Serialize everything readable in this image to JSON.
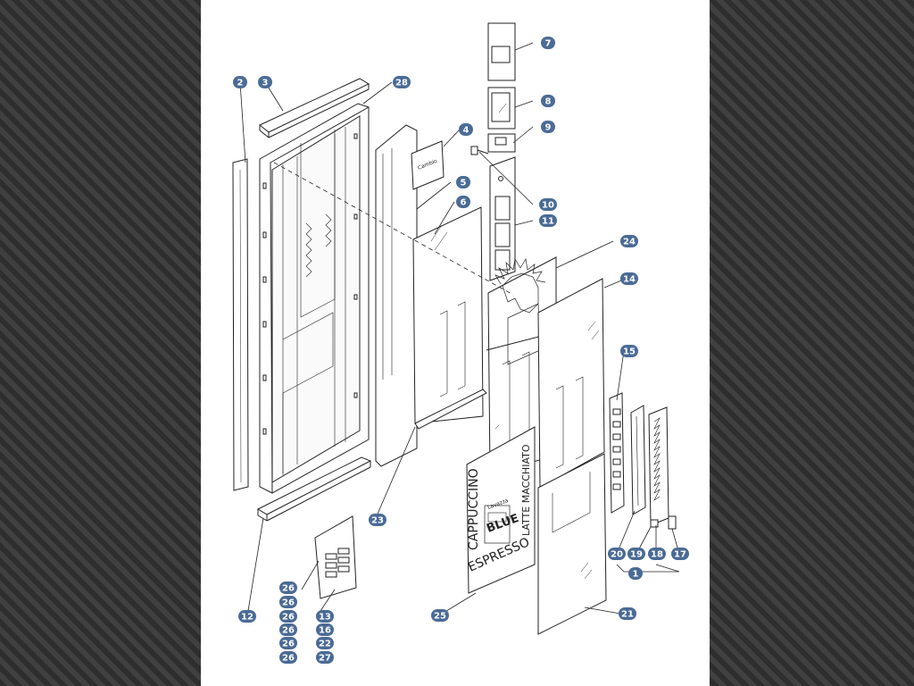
{
  "callouts": [
    {
      "id": "c-1",
      "label": "1"
    },
    {
      "id": "c-2",
      "label": "2"
    },
    {
      "id": "c-3",
      "label": "3"
    },
    {
      "id": "c-4",
      "label": "4"
    },
    {
      "id": "c-5",
      "label": "5"
    },
    {
      "id": "c-6",
      "label": "6"
    },
    {
      "id": "c-7",
      "label": "7"
    },
    {
      "id": "c-8",
      "label": "8"
    },
    {
      "id": "c-9",
      "label": "9"
    },
    {
      "id": "c-10",
      "label": "10"
    },
    {
      "id": "c-11",
      "label": "11"
    },
    {
      "id": "c-12",
      "label": "12"
    },
    {
      "id": "c-13",
      "label": "13"
    },
    {
      "id": "c-14",
      "label": "14"
    },
    {
      "id": "c-15",
      "label": "15"
    },
    {
      "id": "c-16",
      "label": "16"
    },
    {
      "id": "c-17",
      "label": "17"
    },
    {
      "id": "c-18",
      "label": "18"
    },
    {
      "id": "c-19",
      "label": "19"
    },
    {
      "id": "c-20",
      "label": "20"
    },
    {
      "id": "c-21",
      "label": "21"
    },
    {
      "id": "c-22",
      "label": "22"
    },
    {
      "id": "c-23",
      "label": "23"
    },
    {
      "id": "c-24",
      "label": "24"
    },
    {
      "id": "c-25",
      "label": "25"
    },
    {
      "id": "c-26a",
      "label": "26"
    },
    {
      "id": "c-26b",
      "label": "26"
    },
    {
      "id": "c-26c",
      "label": "26"
    },
    {
      "id": "c-26d",
      "label": "26"
    },
    {
      "id": "c-26e",
      "label": "26"
    },
    {
      "id": "c-26f",
      "label": "26"
    },
    {
      "id": "c-27",
      "label": "27"
    },
    {
      "id": "c-28",
      "label": "28"
    }
  ],
  "panel_text": {
    "cappuccino": "CAPPUCCINO",
    "latte_macchiato": "LATTE MACCHIATO",
    "espresso": "ESPRESSO",
    "blue": "BLUE",
    "brand": "Lavazza",
    "coin_label": "Cambio"
  },
  "colors": {
    "callout_fill": "#4a6b96",
    "line": "#222222",
    "background": "#3a3a3a"
  }
}
